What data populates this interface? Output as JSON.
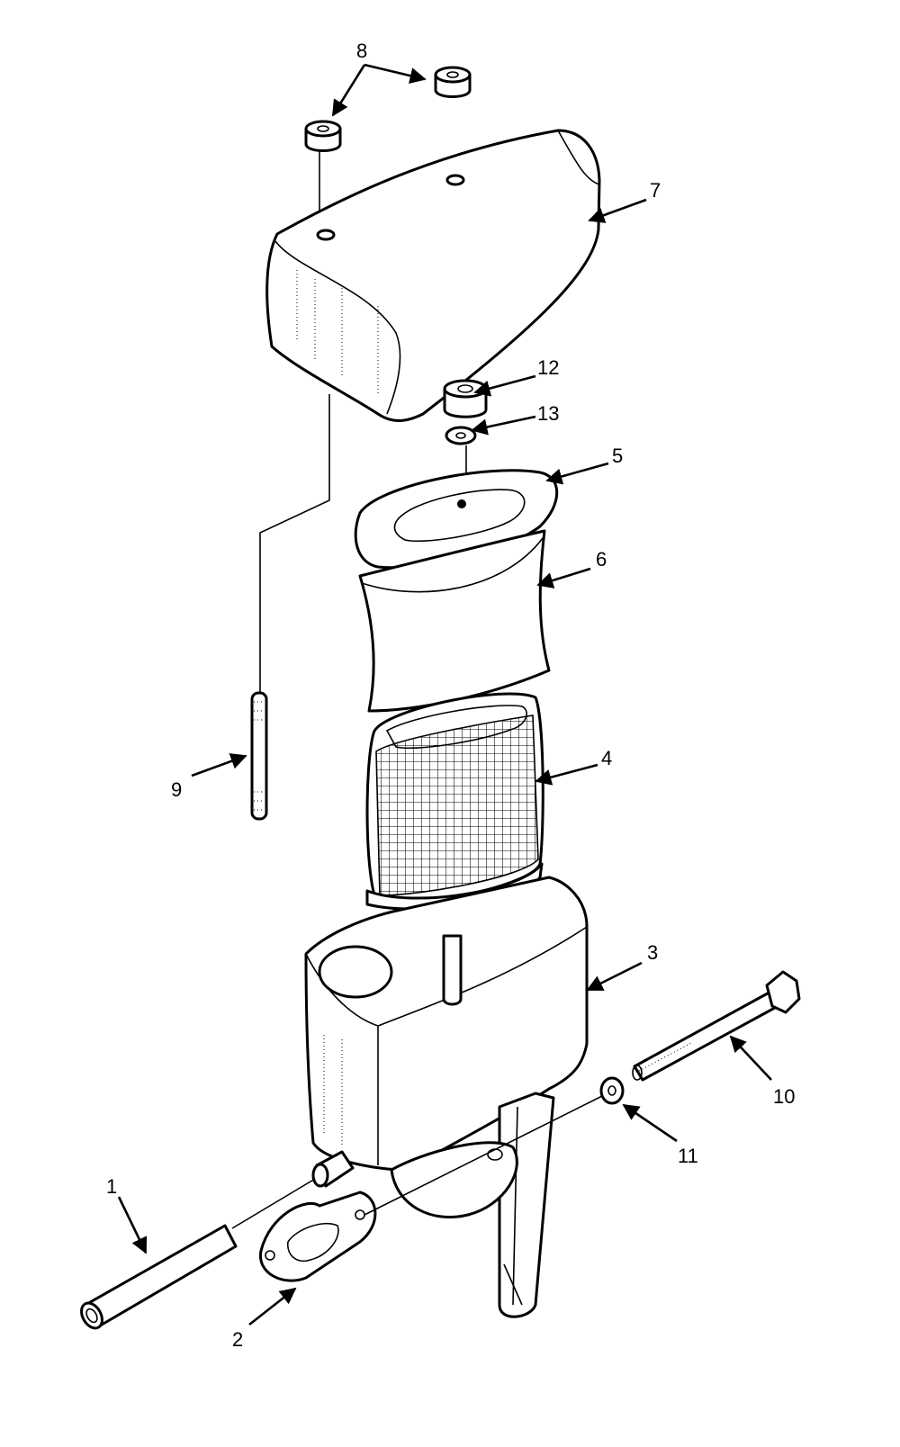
{
  "diagram": {
    "callouts": [
      {
        "id": "1",
        "label": "1"
      },
      {
        "id": "2",
        "label": "2"
      },
      {
        "id": "3",
        "label": "3"
      },
      {
        "id": "4",
        "label": "4"
      },
      {
        "id": "5",
        "label": "5"
      },
      {
        "id": "6",
        "label": "6"
      },
      {
        "id": "7",
        "label": "7"
      },
      {
        "id": "8",
        "label": "8"
      },
      {
        "id": "9",
        "label": "9"
      },
      {
        "id": "10",
        "label": "10"
      },
      {
        "id": "11",
        "label": "11"
      },
      {
        "id": "12",
        "label": "12"
      },
      {
        "id": "13",
        "label": "13"
      }
    ],
    "colors": {
      "line": "#000000",
      "background": "#ffffff"
    }
  }
}
